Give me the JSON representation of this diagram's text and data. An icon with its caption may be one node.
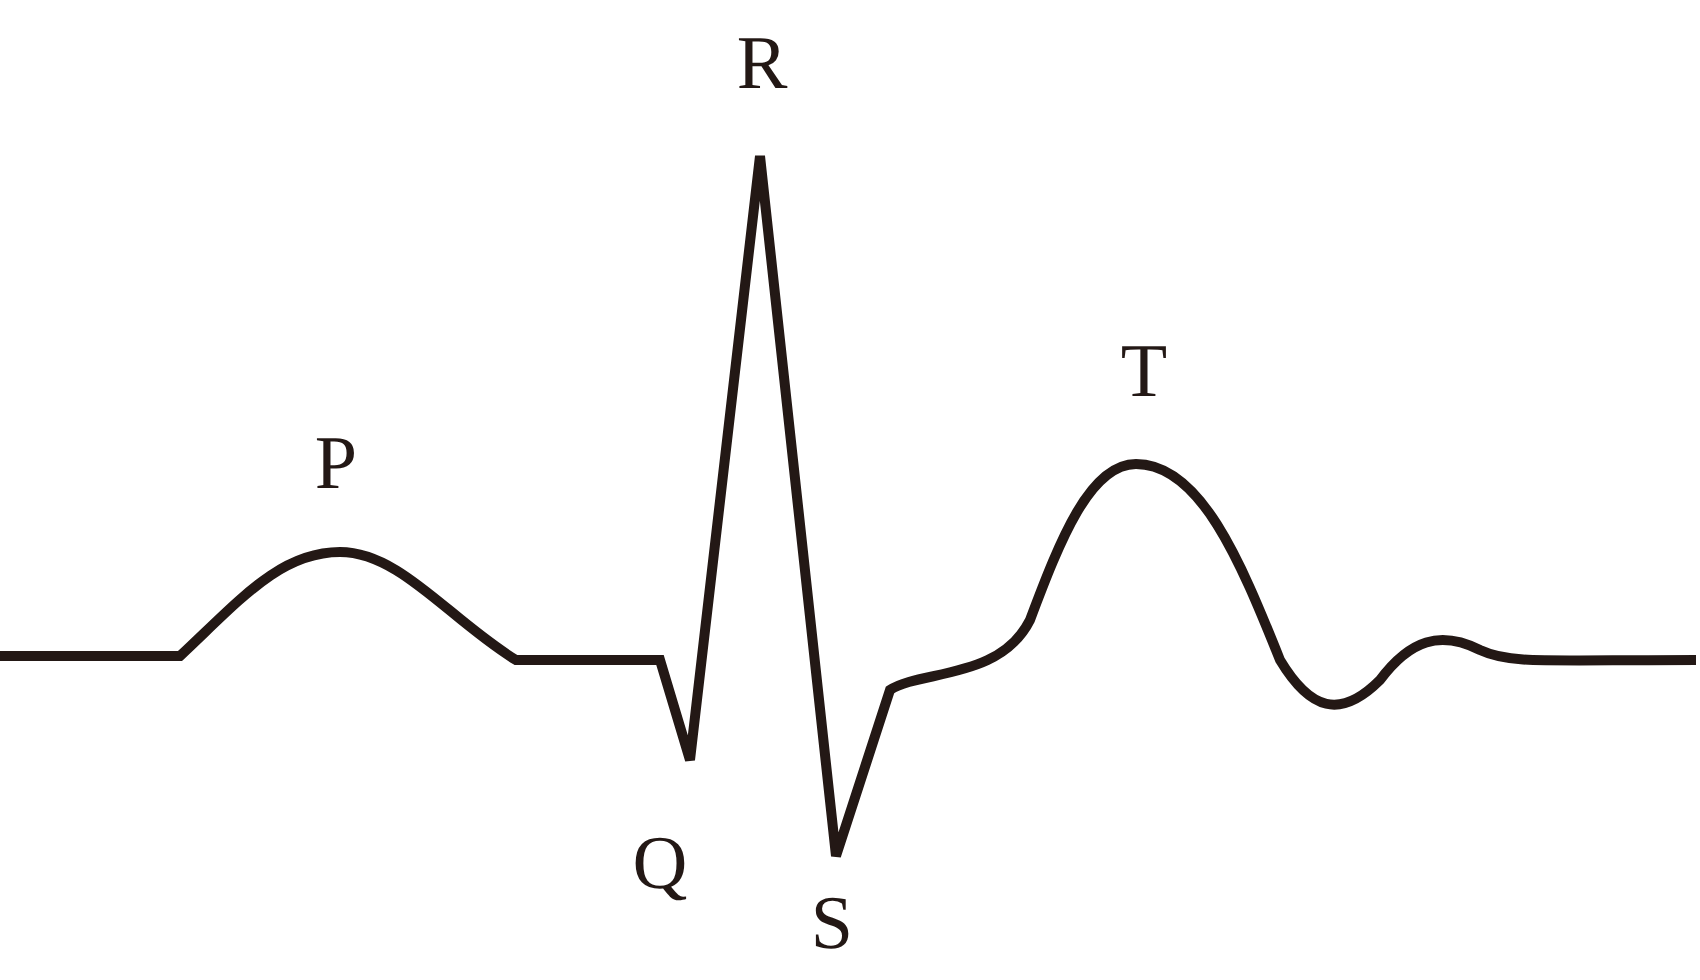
{
  "diagram": {
    "labels": [
      "P",
      "Q",
      "R",
      "S",
      "T"
    ]
  }
}
